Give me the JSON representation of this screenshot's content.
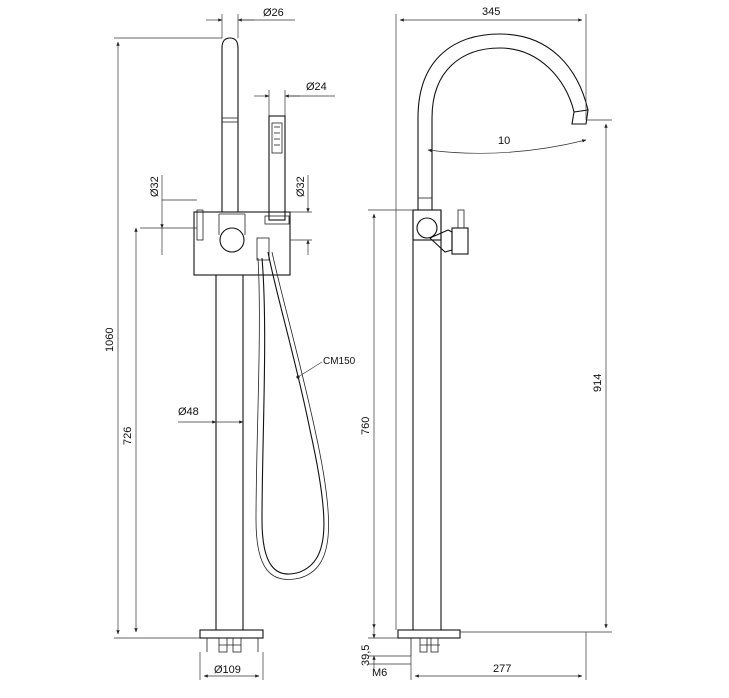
{
  "dimensions": {
    "d26": "Ø26",
    "d24": "Ø24",
    "d32_left": "Ø32",
    "d32_right": "Ø32",
    "h1060": "1060",
    "h726": "726",
    "d48": "Ø48",
    "d109": "Ø109",
    "hose": "CM150",
    "w345": "345",
    "r10": "10",
    "h760": "760",
    "h914": "914",
    "h39_5": "39,5",
    "m6": "M6",
    "w277": "277"
  },
  "colors": {
    "line": "#111111",
    "background": "#ffffff"
  }
}
